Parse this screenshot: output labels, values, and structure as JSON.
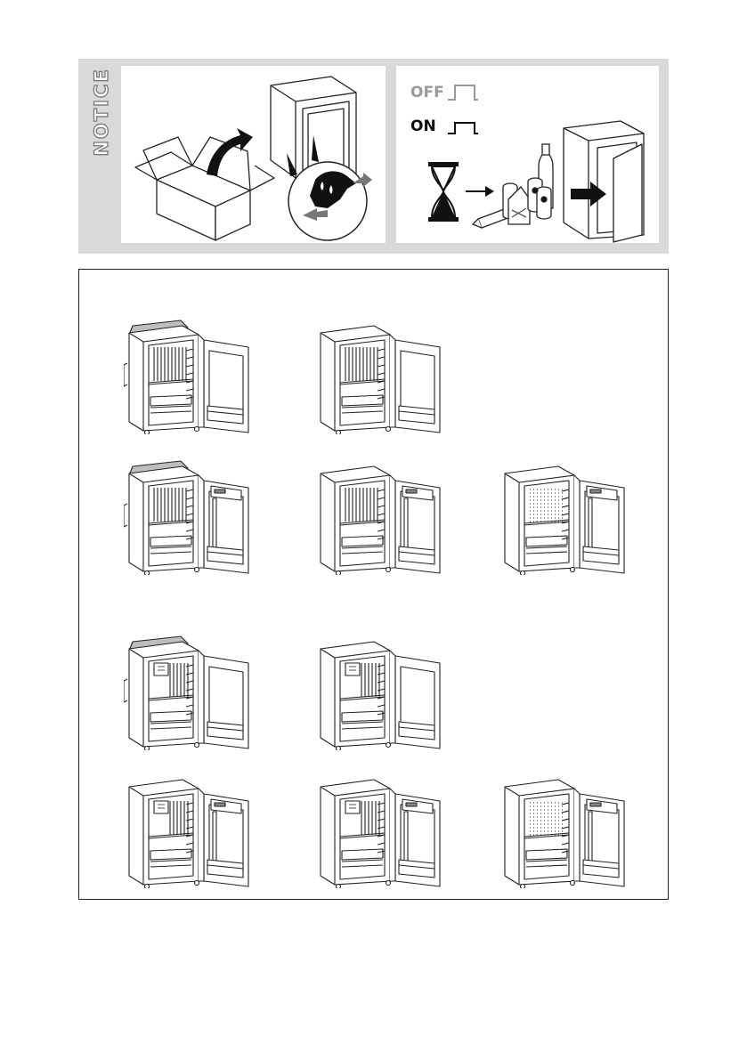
{
  "notice": {
    "label": "NOTICE",
    "switch_off_label": "OFF",
    "switch_on_label": "ON"
  },
  "icons": {
    "unpack_panel": [
      "box-icon",
      "curved-arrow-icon",
      "fridge-icon",
      "cleaning-cloth-icon"
    ],
    "startup_panel": [
      "switch-off-icon",
      "switch-on-icon",
      "hourglass-icon",
      "arrow-right-icon",
      "food-and-drinks-icon",
      "fridge-open-icon"
    ]
  },
  "fridge_variants": [
    {
      "variant": "wide-mesh-shelves-door-frame"
    },
    {
      "variant": "mesh-shelves-door-frame"
    },
    {
      "variant": "wide-mesh-shelves-door-rack"
    },
    {
      "variant": "mesh-shelves-door-rack"
    },
    {
      "variant": "perforated-back-door-rack"
    },
    {
      "variant": "wide-evaporator-door-frame"
    },
    {
      "variant": "evaporator-door-frame"
    },
    {
      "variant": "evaporator-glass-shelves-door-rack"
    },
    {
      "variant": "evaporator-glass-shelves-door-rack-alt"
    },
    {
      "variant": "perforated-glass-shelves-door-rack"
    }
  ]
}
